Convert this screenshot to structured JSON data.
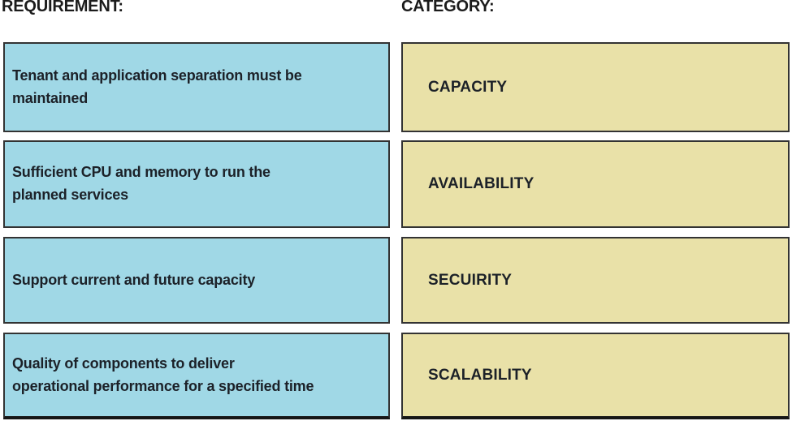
{
  "headers": {
    "requirement": "REQUIREMENT:",
    "category": "CATEGORY:"
  },
  "rows": [
    {
      "requirement": "Tenant and application separation must be\nmaintained",
      "category": "CAPACITY"
    },
    {
      "requirement": "Sufficient CPU and memory to run the\nplanned services",
      "category": "AVAILABILITY"
    },
    {
      "requirement": "Support current and future capacity",
      "category": "SECUIRITY"
    },
    {
      "requirement": "Quality of components to deliver\noperational performance for a specified time",
      "category": "SCALABILITY"
    }
  ],
  "colors": {
    "requirement-fill": "#a0d8e6",
    "category-fill": "#e9e1a8",
    "box-border": "#333333",
    "text": "#1c2128"
  }
}
